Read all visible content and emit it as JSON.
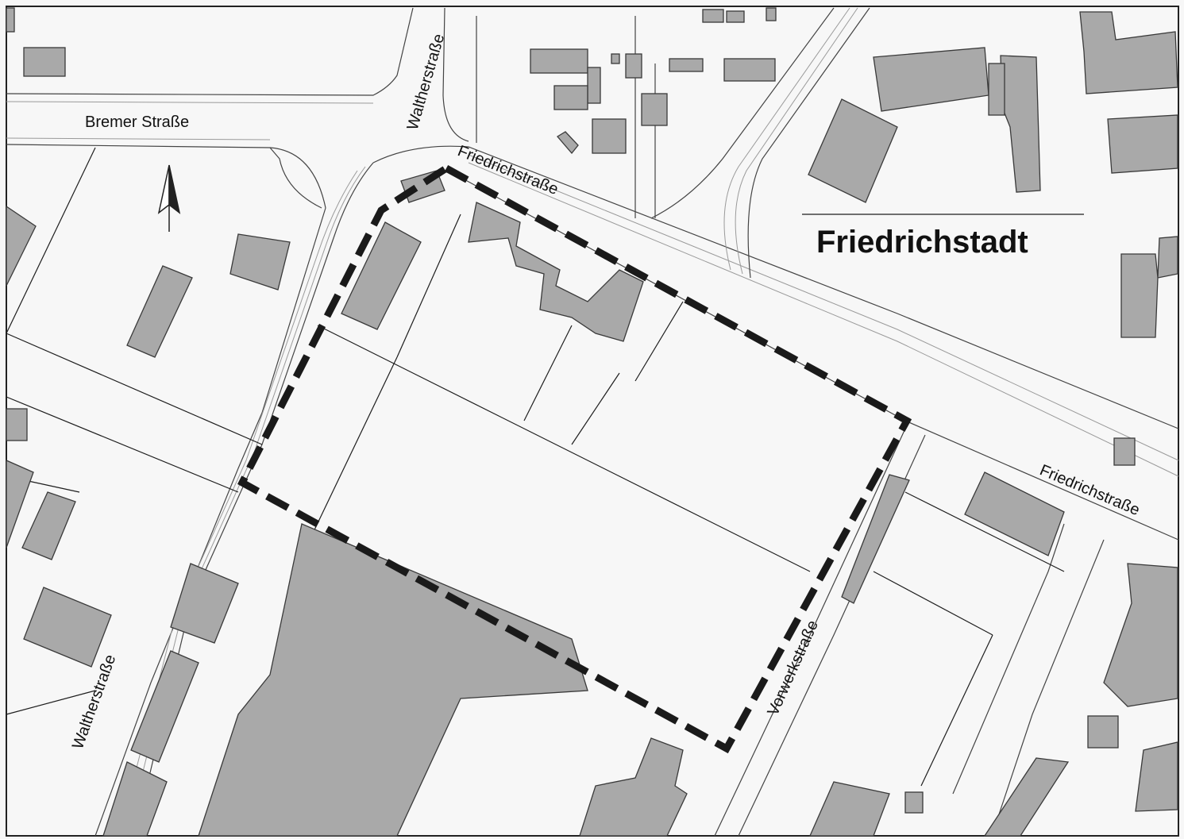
{
  "district": {
    "name": "Friedrichstadt"
  },
  "streets": {
    "bremer": "Bremer Straße",
    "walther_north": "Waltherstraße",
    "walther_south": "Waltherstraße",
    "friedrich_north": "Friedrichstraße",
    "friedrich_east": "Friedrichstraße",
    "vorwerk": "Vorwerkstraße"
  },
  "legend": {
    "north_arrow_icon": "north-arrow-icon",
    "boundary_style": "dashed-black"
  },
  "colors": {
    "building_fill": "#a9a9a9",
    "building_stroke": "#3a3a3a",
    "background": "#f7f7f7",
    "boundary": "#1a1a1a"
  }
}
